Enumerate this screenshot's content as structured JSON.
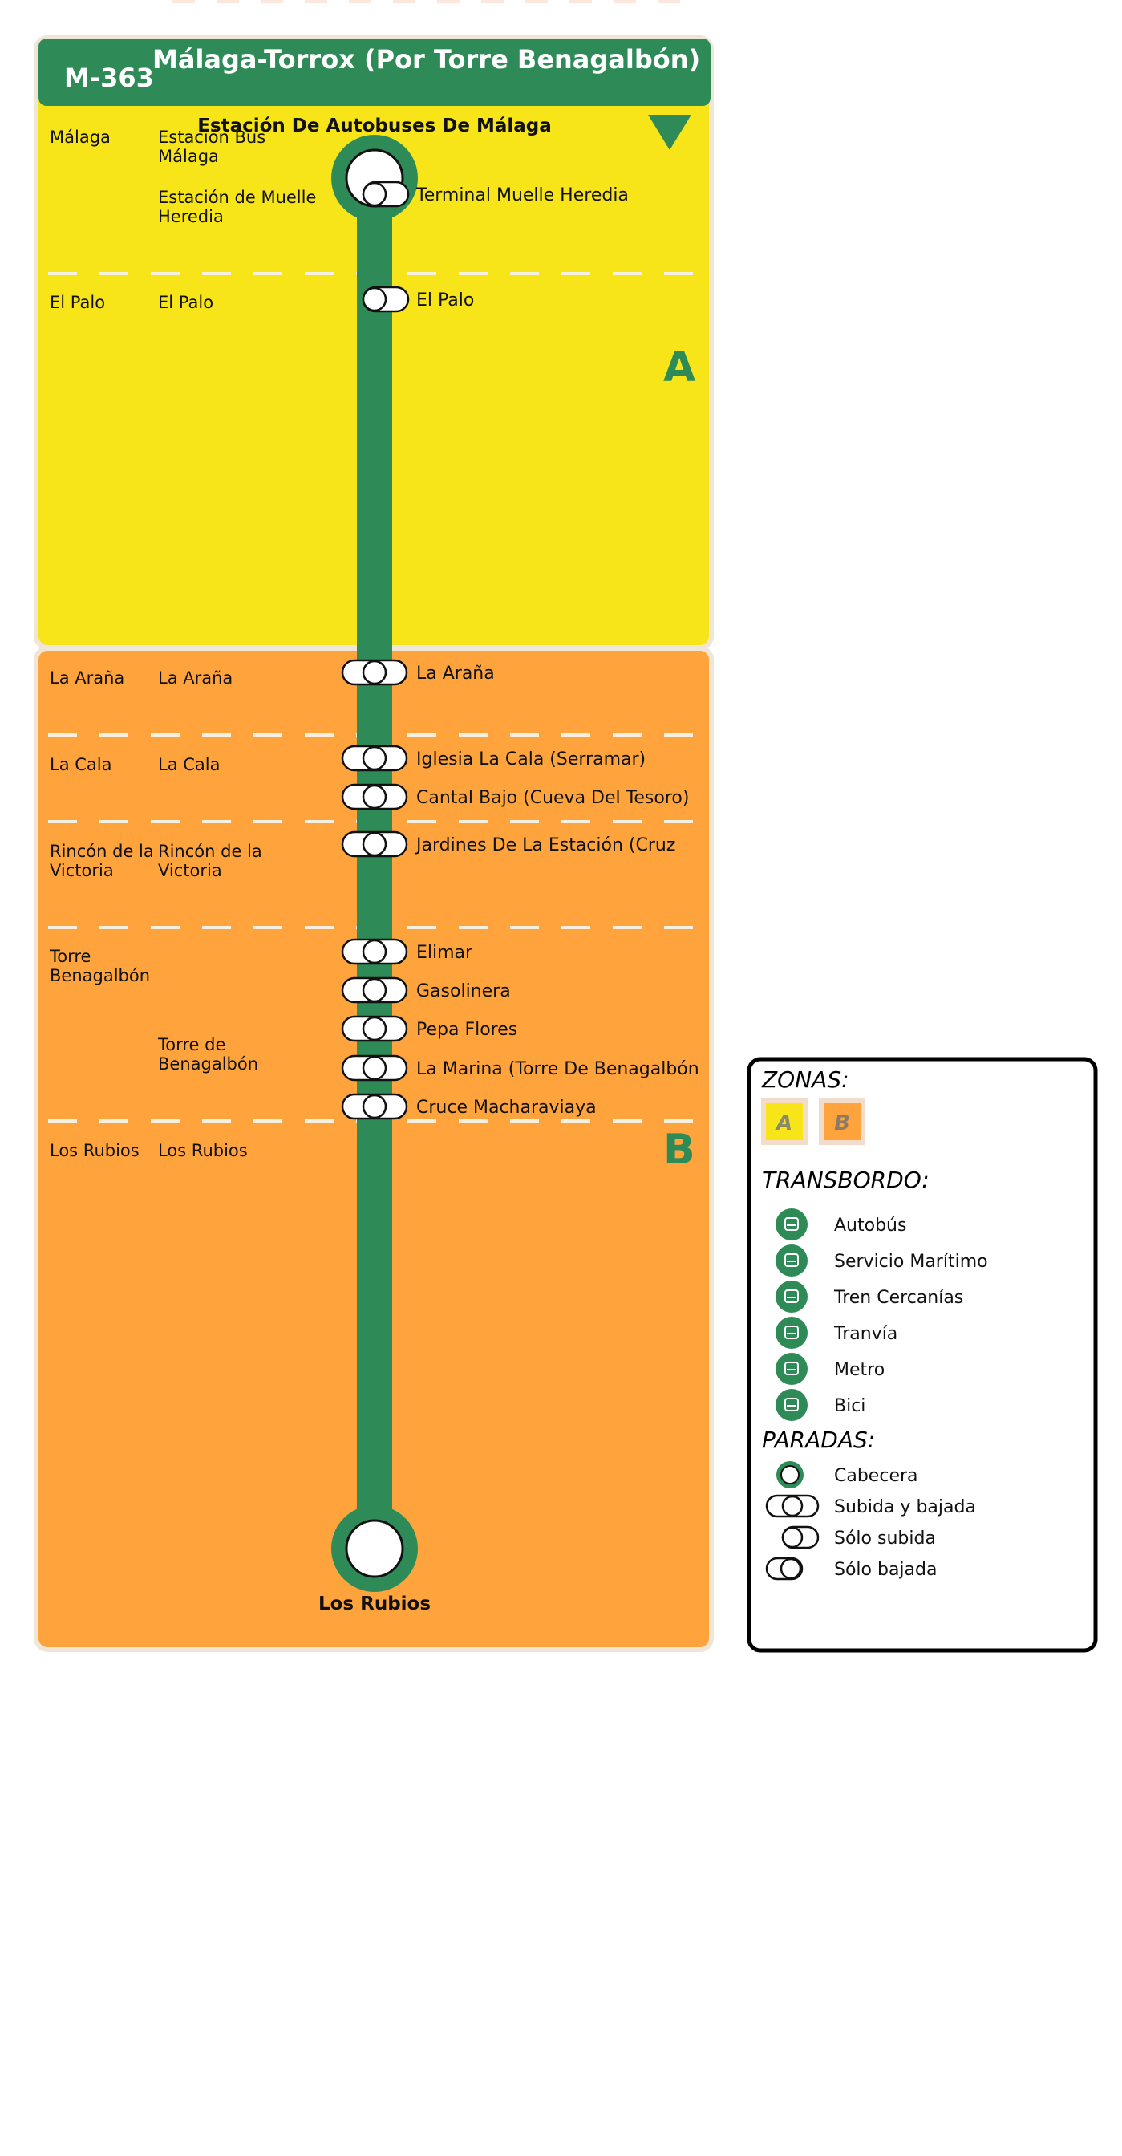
{
  "header": {
    "route_code": "M-363",
    "title": "Málaga-Torrox (Por Torre Benagalbón)"
  },
  "colors": {
    "green": "#2e8b57",
    "zone_a": "#f7e51a",
    "zone_b": "#ffa43c",
    "frame": "#f0e6d8"
  },
  "zones": [
    {
      "label": "A"
    },
    {
      "label": "B"
    }
  ],
  "terminals": {
    "origin": "Estación De Autobuses De Málaga",
    "destination": "Los Rubios"
  },
  "direction_marker": "triangle-down-icon",
  "municipalities": [
    "Málaga",
    "El Palo",
    "La Araña",
    "La Cala",
    "Rincón de la Victoria",
    "Torre Benagalbón",
    "Los Rubios"
  ],
  "nuclei": [
    "Estación Bus Málaga",
    "Estación de Muelle Heredia",
    "El Palo",
    "La Araña",
    "La Cala",
    "Rincón de la Victoria",
    "Torre de Benagalbón",
    "Los Rubios"
  ],
  "stops": [
    {
      "name": "Terminal Muelle Heredia",
      "type": "baja"
    },
    {
      "name": "El Palo",
      "type": "subida"
    },
    {
      "name": "La Araña",
      "type": "ambos"
    },
    {
      "name": "Iglesia La Cala (Serramar)",
      "type": "ambos"
    },
    {
      "name": "Cantal Bajo (Cueva Del Tesoro)",
      "type": "ambos"
    },
    {
      "name": "Jardines De La Estación (Cruz",
      "type": "ambos"
    },
    {
      "name": "Elimar",
      "type": "ambos"
    },
    {
      "name": "Gasolinera",
      "type": "ambos"
    },
    {
      "name": "Pepa Flores",
      "type": "ambos"
    },
    {
      "name": "La Marina (Torre De Benagalbón",
      "type": "ambos"
    },
    {
      "name": "Cruce Macharaviaya",
      "type": "ambos"
    }
  ],
  "legend": {
    "zonas_title": "ZONAS:",
    "zonas": [
      "A",
      "B"
    ],
    "transbordo_title": "TRANSBORDO:",
    "transbordo": [
      {
        "label": "Autobús",
        "icon": "bus-icon"
      },
      {
        "label": "Servicio Marítimo",
        "icon": "ferry-icon"
      },
      {
        "label": "Tren Cercanías",
        "icon": "train-icon"
      },
      {
        "label": "Tranvía",
        "icon": "tram-icon"
      },
      {
        "label": "Metro",
        "icon": "metro-icon"
      },
      {
        "label": "Bici",
        "icon": "bike-icon"
      }
    ],
    "paradas_title": "PARADAS:",
    "paradas": [
      {
        "label": "Cabecera",
        "icon": "terminal-stop-icon"
      },
      {
        "label": "Subida y bajada",
        "icon": "both-stop-icon"
      },
      {
        "label": "Sólo subida",
        "icon": "boarding-stop-icon"
      },
      {
        "label": "Sólo bajada",
        "icon": "alighting-stop-icon"
      }
    ]
  }
}
